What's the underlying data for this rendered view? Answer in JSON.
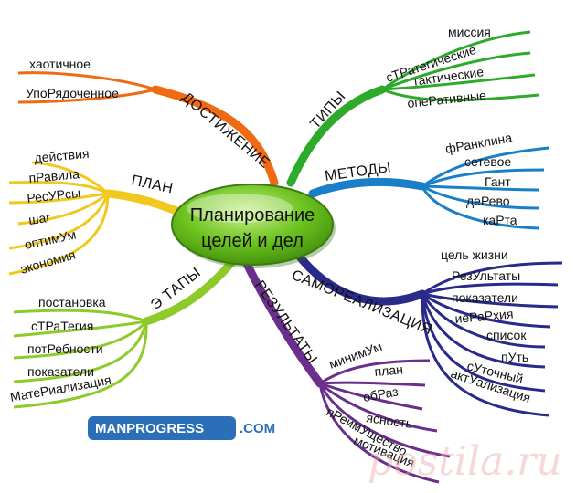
{
  "center": {
    "line1": "Планирование",
    "line2": "целей и дел"
  },
  "branches": {
    "achievement": {
      "label": "ДОСТИЖЕНИЕ",
      "color": "#f06a14",
      "items": [
        "хаотичное",
        "УпоРядоченное"
      ]
    },
    "plan": {
      "label": "ПЛАН",
      "color": "#f0c81e",
      "items": [
        "действия",
        "пРавила",
        "РесУРсы",
        "шаг",
        "оптимУм",
        "экономия"
      ]
    },
    "stages": {
      "label": "Э ТАПЫ",
      "color": "#8ecb2a",
      "items": [
        "постановка",
        "сТРаТегия",
        "потРебности",
        "показатели",
        "МатеРиализация"
      ]
    },
    "results": {
      "label": "РЕЗУЛЬТАТЫ",
      "color": "#6a2e8c",
      "items": [
        "минимУм",
        "план",
        "обРаз",
        "ясность",
        "пРеимУщество",
        "мотивация"
      ]
    },
    "self": {
      "label": "САМОРЕАЛИЗАЦИЯ",
      "color": "#2a2a8a",
      "items": [
        "цель жизни",
        "РезУльтаты",
        "показатели",
        "иеРаРхия",
        "список",
        "пУть",
        "сУточный",
        "актУализация"
      ]
    },
    "methods": {
      "label": "МЕТОДЫ",
      "color": "#1a7fc8",
      "items": [
        "фРанклина",
        "сетевое",
        "Гант",
        "деРево",
        "каРта"
      ]
    },
    "types": {
      "label": "ТИПЫ",
      "color": "#2eaa2a",
      "items": [
        "миссия",
        "сТРатегические",
        "тактические",
        "опеРативные"
      ]
    }
  },
  "logo": {
    "main": "MANPROGRESS",
    "suffix": ".COM"
  },
  "watermark": "postila.ru"
}
